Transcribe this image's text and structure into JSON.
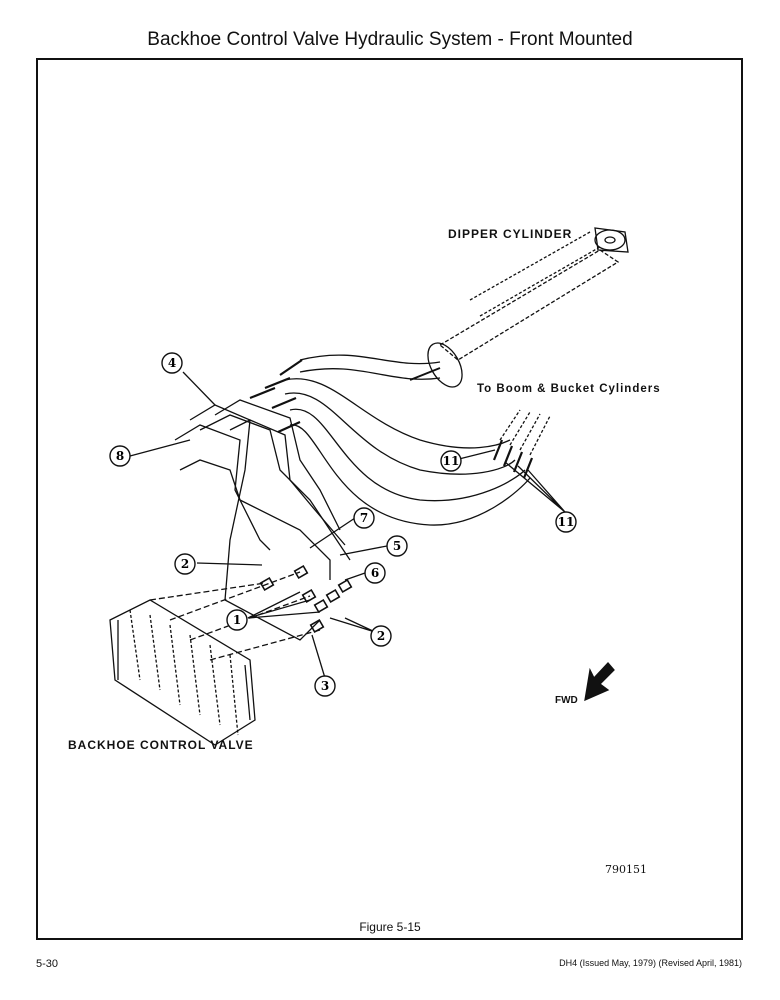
{
  "page": {
    "title": "Backhoe Control Valve Hydraulic System - Front Mounted",
    "figure_caption": "Figure 5-15",
    "page_number": "5-30",
    "revision_note": "DH4 (Issued May, 1979) (Revised April, 1981)"
  },
  "diagram": {
    "labels": {
      "dipper_cylinder": "DIPPER CYLINDER",
      "boom_bucket": "To Boom & Bucket Cylinders",
      "control_valve": "BACKHOE CONTROL VALVE",
      "fwd": "FWD",
      "figure_number": "790151"
    },
    "callouts": [
      "4",
      "8",
      "2",
      "1",
      "3",
      "7",
      "5",
      "6",
      "2",
      "11",
      "11"
    ]
  }
}
